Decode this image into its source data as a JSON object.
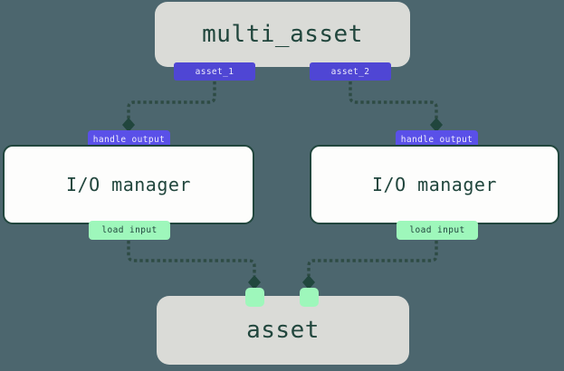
{
  "diagram": {
    "description": "Asset graph: multi_asset produces asset_1 and asset_2, each handled by an I/O manager that loads input into asset"
  },
  "nodes": {
    "multi_asset": {
      "label": "multi_asset",
      "outputs": [
        {
          "label": "asset_1"
        },
        {
          "label": "asset_2"
        }
      ]
    },
    "io_managers": [
      {
        "label": "I/O manager",
        "top_badge": "handle output",
        "bottom_badge": "load input"
      },
      {
        "label": "I/O manager",
        "top_badge": "handle output",
        "bottom_badge": "load input"
      }
    ],
    "asset": {
      "label": "asset"
    }
  },
  "edges": [
    {
      "from": "asset_1",
      "to": "handle output (left I/O manager)",
      "style": "dashed-diamond-arrow"
    },
    {
      "from": "asset_2",
      "to": "handle output (right I/O manager)",
      "style": "dashed-diamond-arrow"
    },
    {
      "from": "load input (left I/O manager)",
      "to": "asset left input port",
      "style": "dashed-diamond-arrow"
    },
    {
      "from": "load input (right I/O manager)",
      "to": "asset right input port",
      "style": "dashed-diamond-arrow"
    }
  ],
  "colors": {
    "background": "#4c666e",
    "node_gray": "#dadbd7",
    "node_white": "#fdfdfc",
    "dark_green": "#21463d",
    "edge_green": "#2e4b44",
    "badge_purple": "#4f46d4",
    "badge_purple_bright": "#5a50e8",
    "badge_green": "#9ef7bb"
  }
}
